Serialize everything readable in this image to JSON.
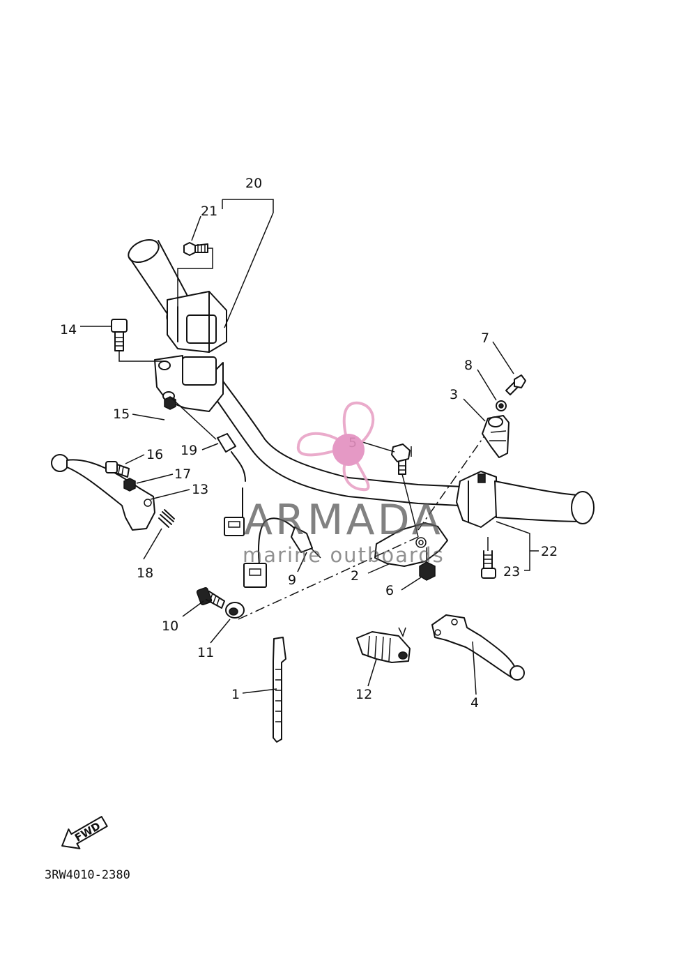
{
  "labels": {
    "p1": "1",
    "p2": "2",
    "p3": "3",
    "p4": "4",
    "p5": "5",
    "p6": "6",
    "p7": "7",
    "p8": "8",
    "p9": "9",
    "p10": "10",
    "p11": "11",
    "p12": "12",
    "p13": "13",
    "p14": "14",
    "p15": "15",
    "p16": "16",
    "p17": "17",
    "p18": "18",
    "p19": "19",
    "p20": "20",
    "p21": "21",
    "p22": "22",
    "p23": "23"
  },
  "watermark": {
    "brand": "ARMADA",
    "tagline": "marine outboards",
    "logo_color": "#e8a3c6",
    "hub_color": "#e38fbf"
  },
  "direction_arrow": {
    "text": "FWD"
  },
  "diagram_code": "3RW4010-2380"
}
